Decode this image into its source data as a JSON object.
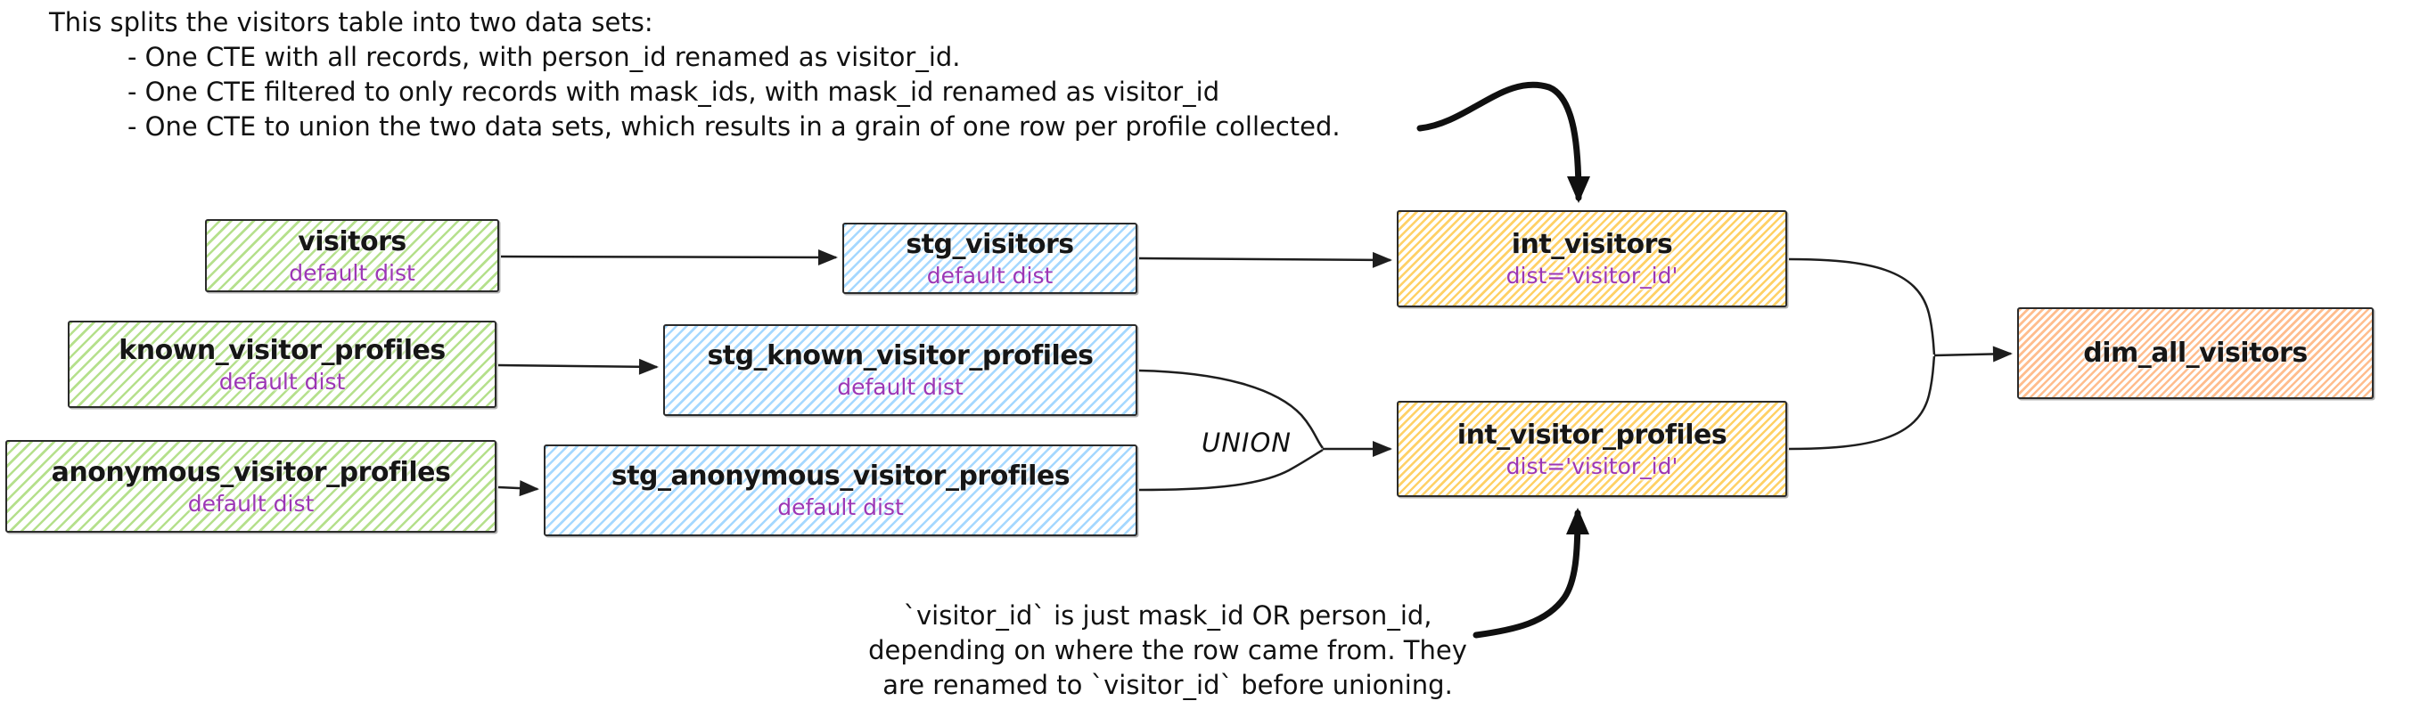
{
  "diagram": {
    "top_note": {
      "lines": [
        "This splits the visitors table into two data sets:",
        "- One CTE with all records, with person_id renamed as visitor_id.",
        "- One CTE filtered to only records with mask_ids, with mask_id renamed as visitor_id",
        "- One CTE to union the two data sets, which results in a grain of one row per profile collected."
      ]
    },
    "bottom_note": {
      "lines": [
        "`visitor_id` is just mask_id OR person_id,",
        "depending on where the row came from. They",
        "are renamed to `visitor_id` before unioning."
      ]
    },
    "union_label": "UNION",
    "nodes": {
      "visitors": {
        "title": "visitors",
        "subtitle": "default dist",
        "type": "source"
      },
      "known_visitor_profiles": {
        "title": "known_visitor_profiles",
        "subtitle": "default dist",
        "type": "source"
      },
      "anonymous_visitor_profiles": {
        "title": "anonymous_visitor_profiles",
        "subtitle": "default dist",
        "type": "source"
      },
      "stg_visitors": {
        "title": "stg_visitors",
        "subtitle": "default dist",
        "type": "staging"
      },
      "stg_known_visitor_profiles": {
        "title": "stg_known_visitor_profiles",
        "subtitle": "default dist",
        "type": "staging"
      },
      "stg_anonymous_visitor_profiles": {
        "title": "stg_anonymous_visitor_profiles",
        "subtitle": "default dist",
        "type": "staging"
      },
      "int_visitors": {
        "title": "int_visitors",
        "subtitle": "dist='visitor_id'",
        "type": "intermediate"
      },
      "int_visitor_profiles": {
        "title": "int_visitor_profiles",
        "subtitle": "dist='visitor_id'",
        "type": "intermediate"
      },
      "dim_all_visitors": {
        "title": "dim_all_visitors",
        "subtitle": "",
        "type": "mart"
      }
    },
    "colors": {
      "source_hatch": "#b5e08c",
      "staging_hatch": "#a5d8ff",
      "intermediate_hatch": "#ffd166",
      "mart_hatch": "#ffbd8e",
      "node_border": "#2b2b2b",
      "title_text": "#161616",
      "subtitle_text": "#9c36b5",
      "connector": "#1e1e1e",
      "background": "#ffffff"
    }
  }
}
